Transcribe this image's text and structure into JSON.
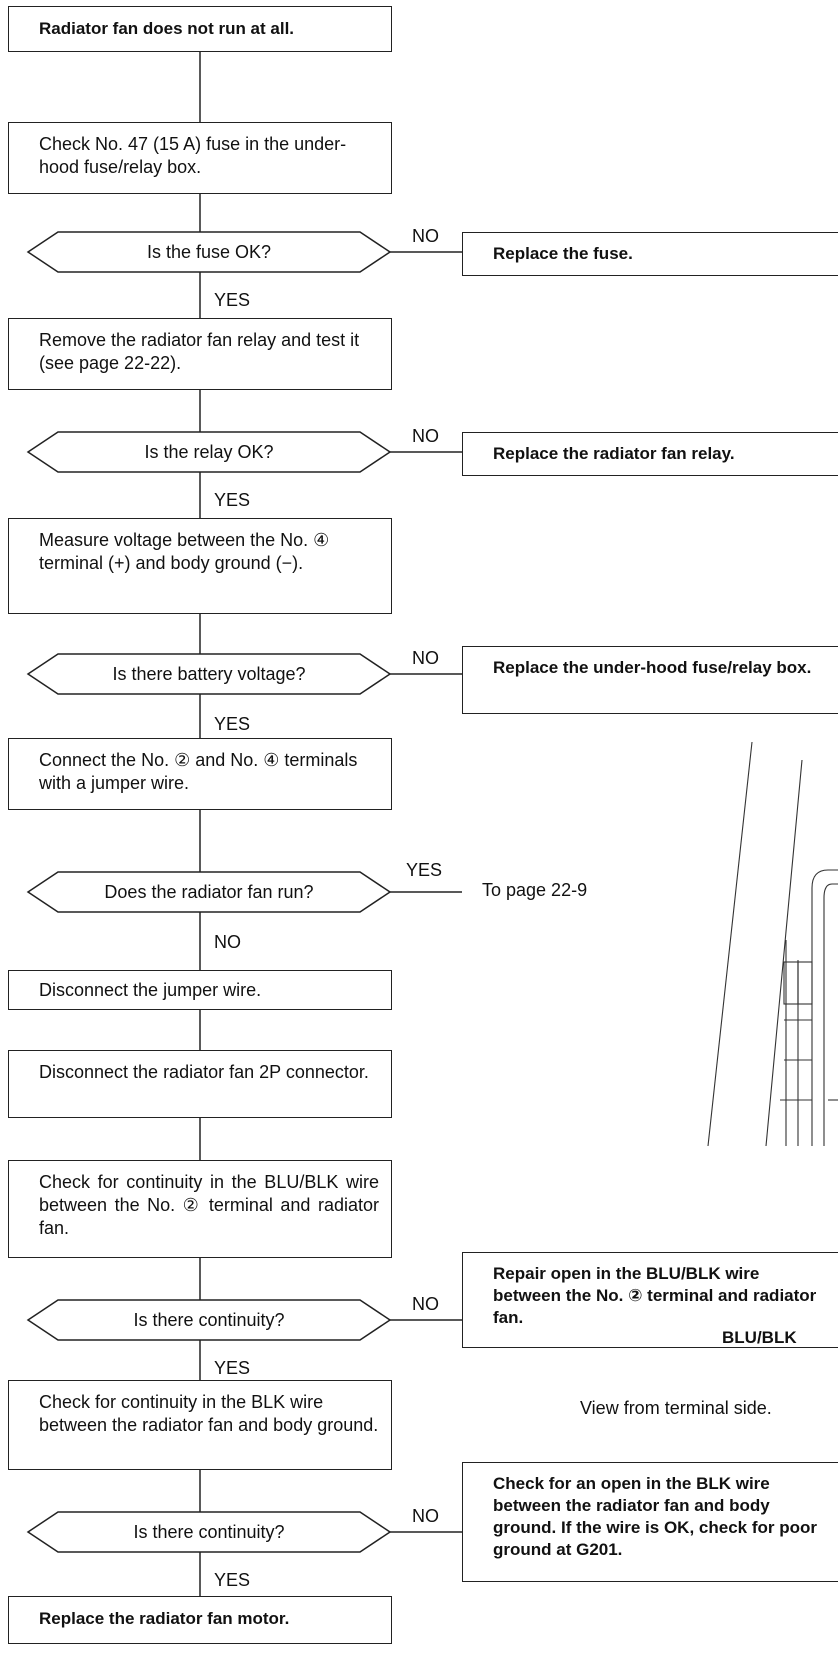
{
  "steps": {
    "s1": "Radiator fan does not run at all.",
    "s2": "Check No. 47 (15 A) fuse in the under-hood fuse/relay box.",
    "s3": "Remove the radiator fan relay and test it (see page 22-22).",
    "s4": "Measure voltage between the No. ④ terminal (+) and body ground (−).",
    "s5": "Connect the No. ② and No. ④ terminals with a jumper wire.",
    "s6": "Disconnect the jumper wire.",
    "s7": "Disconnect the radiator fan 2P connector.",
    "s8": "Check for continuity in the BLU/BLK wire between the No. ② terminal and radiator fan.",
    "s9": "Check for continuity in the BLK wire between the radiator fan and body ground.",
    "s10": "Replace the radiator fan motor."
  },
  "decisions": {
    "d1": "Is the fuse OK?",
    "d2": "Is the relay OK?",
    "d3": "Is there battery voltage?",
    "d4": "Does the radiator fan run?",
    "d5": "Is there continuity?",
    "d6": "Is there continuity?"
  },
  "actions": {
    "a1": "Replace the fuse.",
    "a2": "Replace the radiator fan relay.",
    "a3": "Replace the under-hood fuse/relay box.",
    "a4": "Repair open in the BLU/BLK wire between the No. ② terminal and radiator fan.",
    "a5": "Check for an open in the BLK wire between the radiator fan and body ground. If the wire is OK, check for poor ground at G201."
  },
  "labels": {
    "yes": "YES",
    "no": "NO",
    "to_page": "To page 22-9",
    "wire": "BLU/BLK",
    "view": "View from terminal side."
  }
}
